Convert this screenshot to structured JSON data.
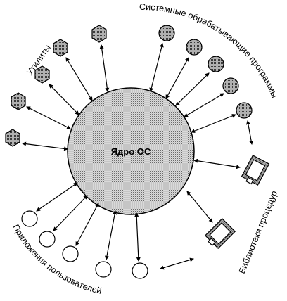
{
  "diagram": {
    "core_label": "Ядро ОС",
    "groups": {
      "utilities": "Утилиты",
      "system_programs": "Системные обрабатывающие программы",
      "libraries": "Библиотеки процедур",
      "user_apps": "Приложения пользователей"
    }
  }
}
